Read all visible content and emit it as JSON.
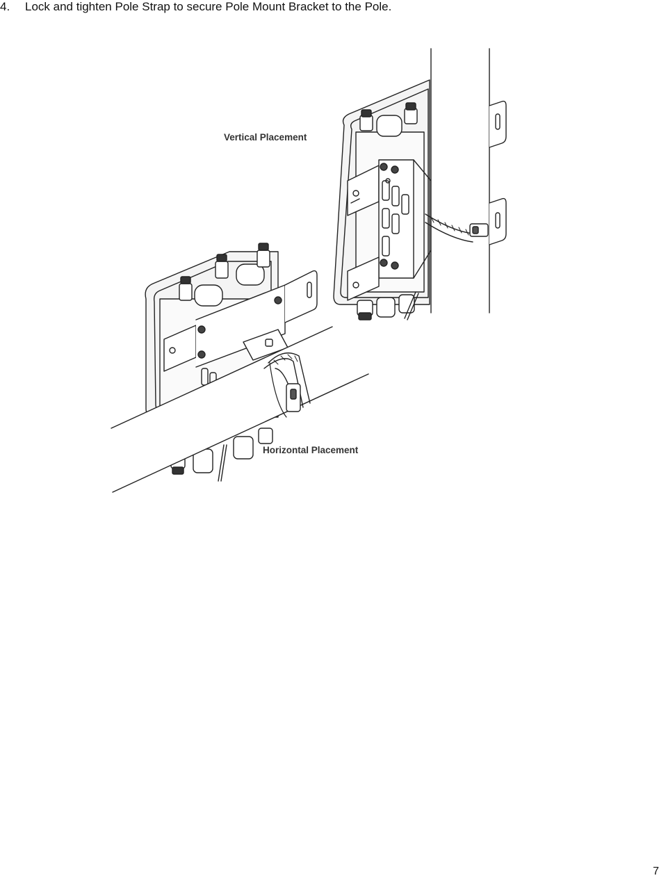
{
  "step": {
    "number": "4.",
    "text": "Lock and tighten Pole Strap to secure Pole Mount Bracket to the Pole."
  },
  "figure": {
    "vertical_label": "Vertical Placement",
    "horizontal_label": "Horizontal Placement"
  },
  "page_number": "7"
}
